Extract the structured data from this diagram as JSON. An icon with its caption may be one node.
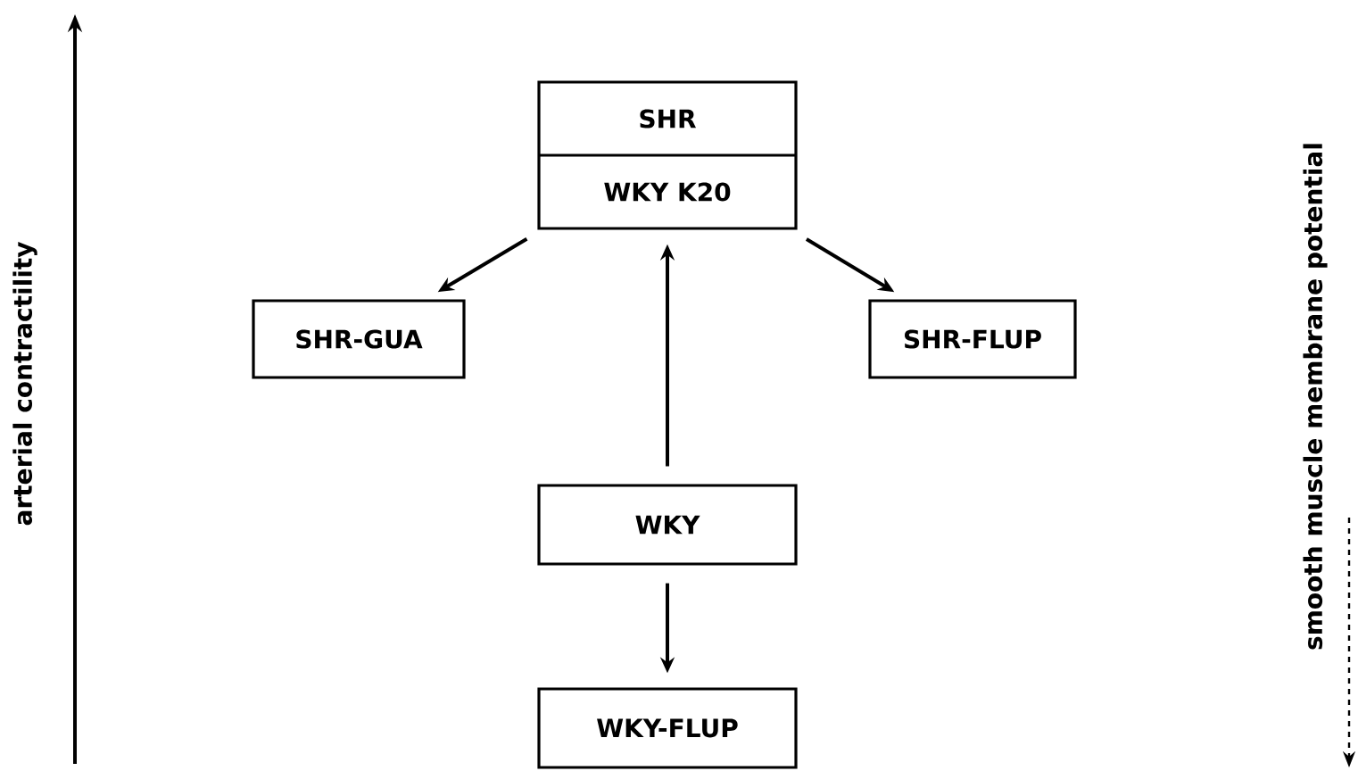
{
  "diagram": {
    "nodes": [
      {
        "text": [
          "SHR",
          "WKY K20"
        ]
      },
      {
        "text": [
          "SHR-GUA"
        ]
      },
      {
        "text": [
          "SHR-FLUP"
        ]
      },
      {
        "text": [
          "WKY"
        ]
      },
      {
        "text": [
          "WKY-FLUP"
        ]
      }
    ],
    "edges": [
      {
        "from": 0,
        "to": 1,
        "arrow": "to"
      },
      {
        "from": 0,
        "to": 2,
        "arrow": "to"
      },
      {
        "from": 3,
        "to": 0,
        "arrow": "to"
      },
      {
        "from": 3,
        "to": 4,
        "arrow": "to"
      }
    ],
    "labels": [
      "arterial contractility",
      "smooth muscle membrane potential"
    ]
  }
}
